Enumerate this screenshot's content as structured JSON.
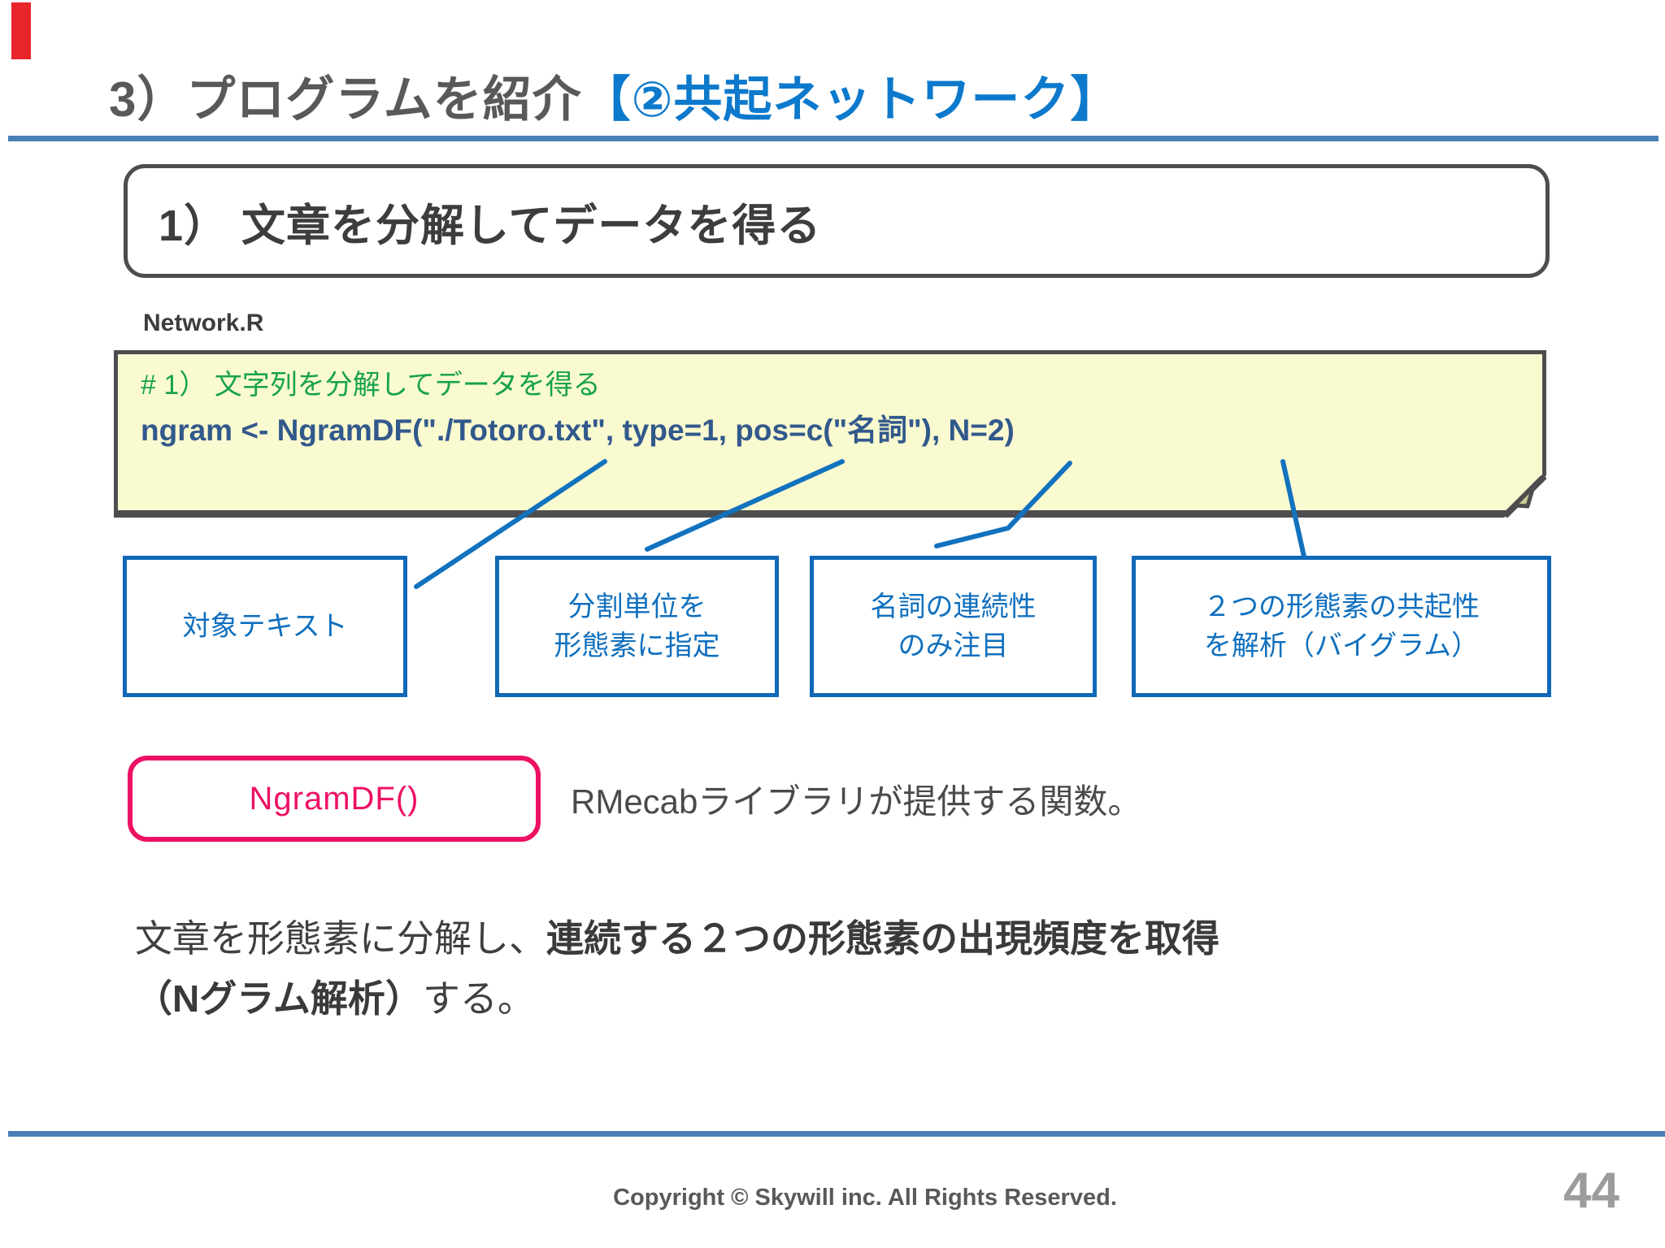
{
  "slide": {
    "title": {
      "prefix": "3）プログラムを紹介",
      "highlight": "【②共起ネットワーク】"
    },
    "section_box": {
      "label": "1） 文章を分解してデータを得る"
    },
    "file_label": "Network.R",
    "code": {
      "comment": "# 1） 文字列を分解してデータを得る",
      "line": "ngram <- NgramDF(\"./Totoro.txt\", type=1, pos=c(\"名詞\"), N=2)"
    },
    "callouts": [
      {
        "lines": [
          "対象テキスト"
        ]
      },
      {
        "lines": [
          "分割単位を",
          "形態素に指定"
        ]
      },
      {
        "lines": [
          "名詞の連続性",
          "のみ注目"
        ]
      },
      {
        "lines": [
          "２つの形態素の共起性",
          "を解析（バイグラム）"
        ]
      }
    ],
    "function_box": {
      "label": "NgramDF()",
      "description": "RMecabライブラリが提供する関数。"
    },
    "body": {
      "line1_regular": "文章を形態素に分解し、",
      "line1_bold": "連続する２つの形態素の出現頻度を取得",
      "line2_bold": "（Nグラム解析）",
      "line2_regular": "する。"
    },
    "footer": {
      "copyright": "Copyright © Skywill inc. All Rights Reserved.",
      "page_number": "44"
    },
    "colors": {
      "accent_blue": "#0c79cc",
      "callout_blue": "#1068b8",
      "rule_blue": "#4a7fb6",
      "note_yellow": "#fafad0",
      "comment_green": "#17a24c",
      "code_blue": "#32598c",
      "pink": "#ed1164",
      "dark_gray": "#4d4d4f",
      "red_tab": "#e8252a"
    }
  }
}
